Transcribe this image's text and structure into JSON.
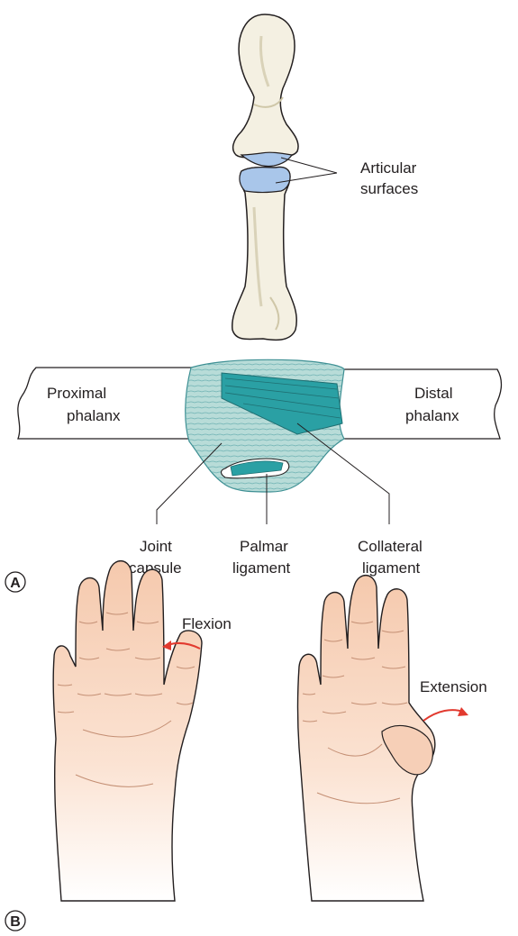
{
  "panel_a": {
    "letter": "A",
    "labels": {
      "articular_line1": "Articular",
      "articular_line2": "surfaces",
      "proximal_line1": "Proximal",
      "proximal_line2": "phalanx",
      "distal_line1": "Distal",
      "distal_line2": "phalanx",
      "joint_line1": "Joint",
      "joint_line2": "capsule",
      "palmar_line1": "Palmar",
      "palmar_line2": "ligament",
      "collateral_line1": "Collateral",
      "collateral_line2": "ligament"
    }
  },
  "panel_b": {
    "letter": "B",
    "labels": {
      "flexion": "Flexion",
      "extension": "Extension"
    }
  },
  "colors": {
    "bone": "#f4f0e2",
    "bone_shadow": "#d9d2b8",
    "articular": "#a9c6ea",
    "capsule": "#b8dcd8",
    "ligament": "#2aa0a4",
    "skin": "#f8d9c4",
    "arrow": "#e23a2f",
    "outline": "#231f20"
  }
}
